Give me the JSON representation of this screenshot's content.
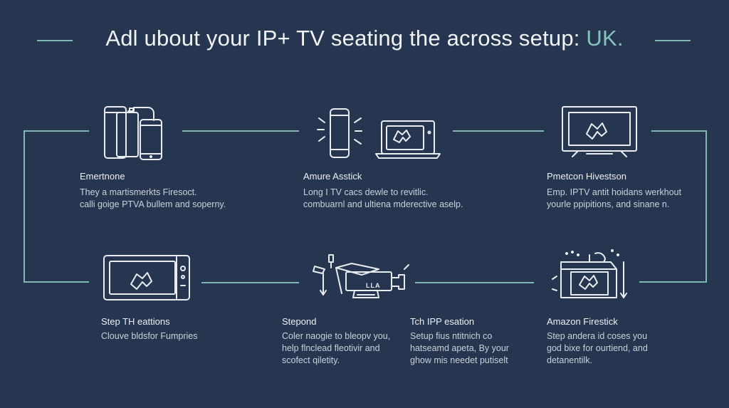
{
  "title": {
    "main": "Adl ubout your IP+ TV seating the across setup: ",
    "accent": "UK."
  },
  "steps": [
    {
      "label": "Emertnone",
      "lines": [
        "They a martismerkts Firesoct.",
        "calli goige PTVA bullem and soperny."
      ]
    },
    {
      "label": "Amure Asstick",
      "lines": [
        "Long I TV cacs dewle to revitlic.",
        "combuarnl and ultiena mderective aselp."
      ]
    },
    {
      "label": "Pmetcon Hivestson",
      "lines": [
        "Emp. IPTV antit hoidans werkhout",
        "yourle ppipitions, and sinane n."
      ]
    },
    {
      "label": "Step TH eattions",
      "lines": [
        "Clouve bldsfor Fumpries"
      ]
    },
    {
      "label": "Stepond",
      "lines": [
        "Coler naogie to bleopv you,",
        "help flnclead fleotivir and",
        "scofect qiletity."
      ]
    },
    {
      "label": "Tch IPP esation",
      "lines": [
        "Setup fius ntitnich co",
        "hatseamd apeta, By your",
        "ghow mis needet putiselt"
      ]
    },
    {
      "label": "Amazon Firestick",
      "lines": [
        "Step andera id coses you",
        "god bixe for ourtiend, and",
        "detanentilk."
      ]
    }
  ],
  "icons": [
    "phones-icon",
    "phone-laptop-icon",
    "tv-icon",
    "microwave-screen-icon",
    "projector-icon",
    "firestick-box-icon"
  ],
  "device_text": "LLA",
  "colors": {
    "background": "#263650",
    "accent": "#86c3c0",
    "line": "#7fb7b4"
  }
}
